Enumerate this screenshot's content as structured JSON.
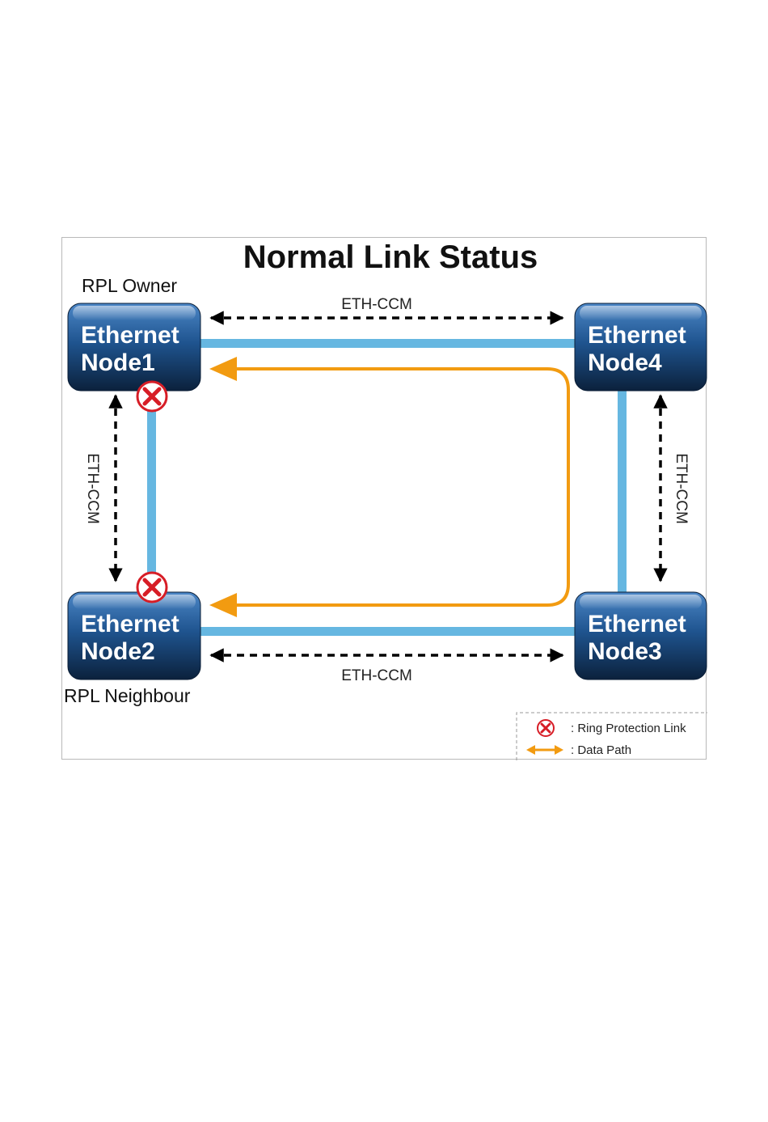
{
  "title": "Normal Link Status",
  "roles": {
    "owner": "RPL Owner",
    "neighbour": "RPL Neighbour"
  },
  "nodes": {
    "node1": {
      "line1": "Ethernet",
      "line2": "Node1"
    },
    "node2": {
      "line1": "Ethernet",
      "line2": "Node2"
    },
    "node3": {
      "line1": "Ethernet",
      "line2": "Node3"
    },
    "node4": {
      "line1": "Ethernet",
      "line2": "Node4"
    }
  },
  "ccm_labels": {
    "top": "ETH-CCM",
    "bottom": "ETH-CCM",
    "left": "ETH-CCM",
    "right": "ETH-CCM"
  },
  "legend": {
    "rpl": ": Ring Protection Link",
    "data_path": ": Data Path"
  },
  "colors": {
    "link": "#66b7e1",
    "data_path": "#f29b11",
    "node_top": "#3b73b3",
    "node_bottom": "#0c2440",
    "block_mark": "#d71d26"
  },
  "icons": {
    "block": "x-circle-icon",
    "arrow": "double-arrow-icon"
  }
}
